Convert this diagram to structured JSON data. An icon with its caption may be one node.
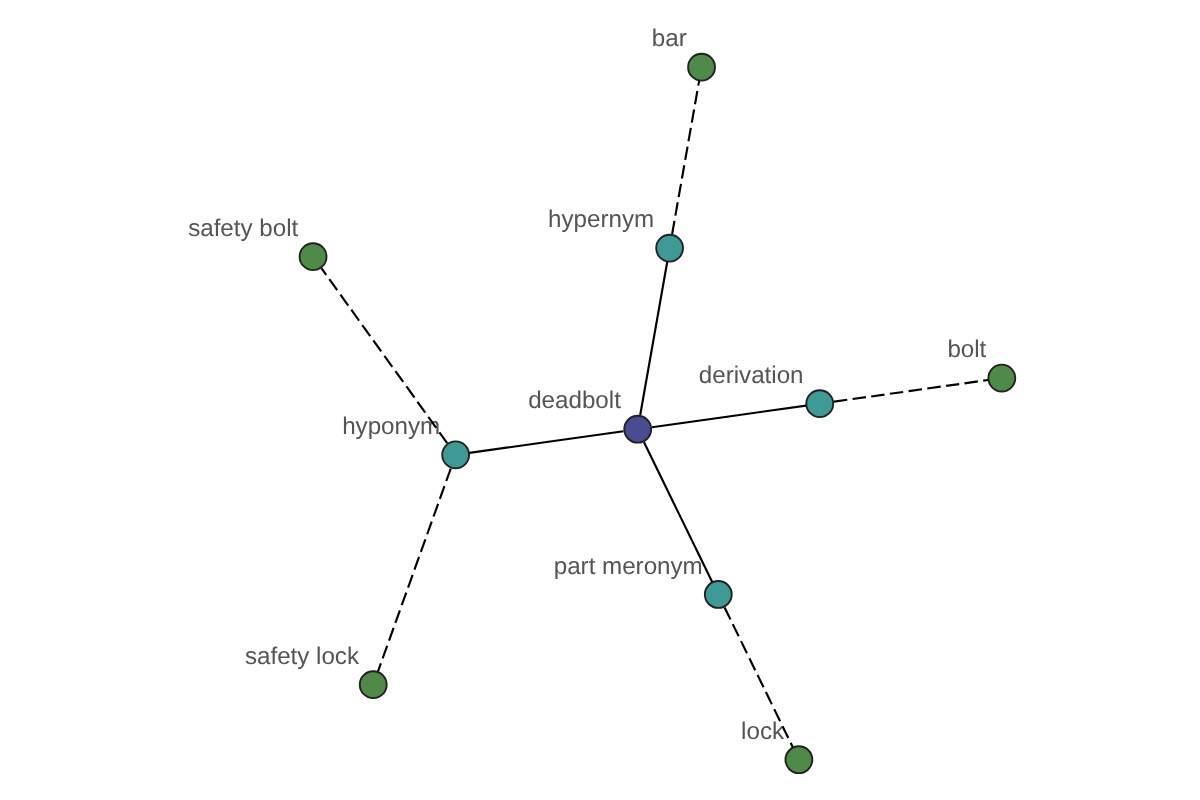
{
  "diagram": {
    "nodes": [
      {
        "text": [
          "deadbolt"
        ]
      },
      {
        "text": [
          "hypernym"
        ]
      },
      {
        "text": [
          "hyponym"
        ]
      },
      {
        "text": [
          "part meronym"
        ]
      },
      {
        "text": [
          "derivation"
        ]
      },
      {
        "text": [
          "bar"
        ]
      },
      {
        "text": [
          "safety bolt"
        ]
      },
      {
        "text": [
          "safety lock"
        ]
      },
      {
        "text": [
          "lock"
        ]
      },
      {
        "text": [
          "bolt"
        ]
      }
    ],
    "edges": [
      {
        "from": 0,
        "to": 1,
        "arrow": "none"
      },
      {
        "from": 0,
        "to": 2,
        "arrow": "none"
      },
      {
        "from": 0,
        "to": 3,
        "arrow": "none"
      },
      {
        "from": 0,
        "to": 4,
        "arrow": "none"
      },
      {
        "from": 1,
        "to": 5,
        "arrow": "none",
        "style": "dashed"
      },
      {
        "from": 2,
        "to": 6,
        "arrow": "none",
        "style": "dashed"
      },
      {
        "from": 2,
        "to": 7,
        "arrow": "none",
        "style": "dashed"
      },
      {
        "from": 3,
        "to": 8,
        "arrow": "none",
        "style": "dashed"
      },
      {
        "from": 4,
        "to": 9,
        "arrow": "none",
        "style": "dashed"
      }
    ]
  }
}
